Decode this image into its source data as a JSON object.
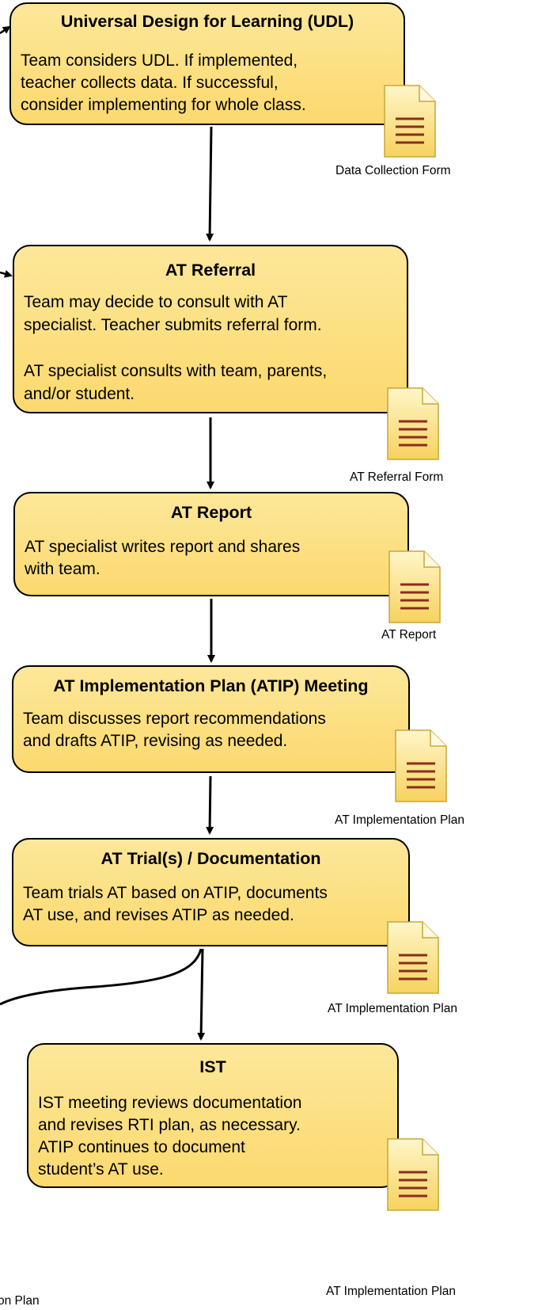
{
  "steps": [
    {
      "title": "Universal Design for Learning (UDL)",
      "body": "Team considers UDL. If implemented,\nteacher collects data. If successful,\nconsider implementing for whole class.",
      "document": "Data Collection Form"
    },
    {
      "title": "AT Referral",
      "body": "Team may decide to consult with AT\nspecialist. Teacher submits referral form.\n\nAT specialist consults with team, parents,\nand/or student.",
      "document": "AT Referral Form"
    },
    {
      "title": "AT Report",
      "body": "AT specialist writes report and shares\nwith team.",
      "document": "AT Report"
    },
    {
      "title": "AT Implementation Plan (ATIP) Meeting",
      "body": "Team discusses report recommendations\nand drafts ATIP, revising as needed.",
      "document": "AT Implementation Plan"
    },
    {
      "title": "AT Trial(s) / Documentation",
      "body": "Team trials AT based on ATIP, documents\nAT use, and revises ATIP as needed.",
      "document": "AT Implementation Plan"
    },
    {
      "title": "IST",
      "body": "IST meeting reviews documentation\nand revises RTI plan, as necessary.\nATIP continues to document\nstudent’s AT use.",
      "document": "AT Implementation Plan"
    }
  ],
  "cut_off_label": "on Plan",
  "icons": {
    "document": "document-icon"
  }
}
